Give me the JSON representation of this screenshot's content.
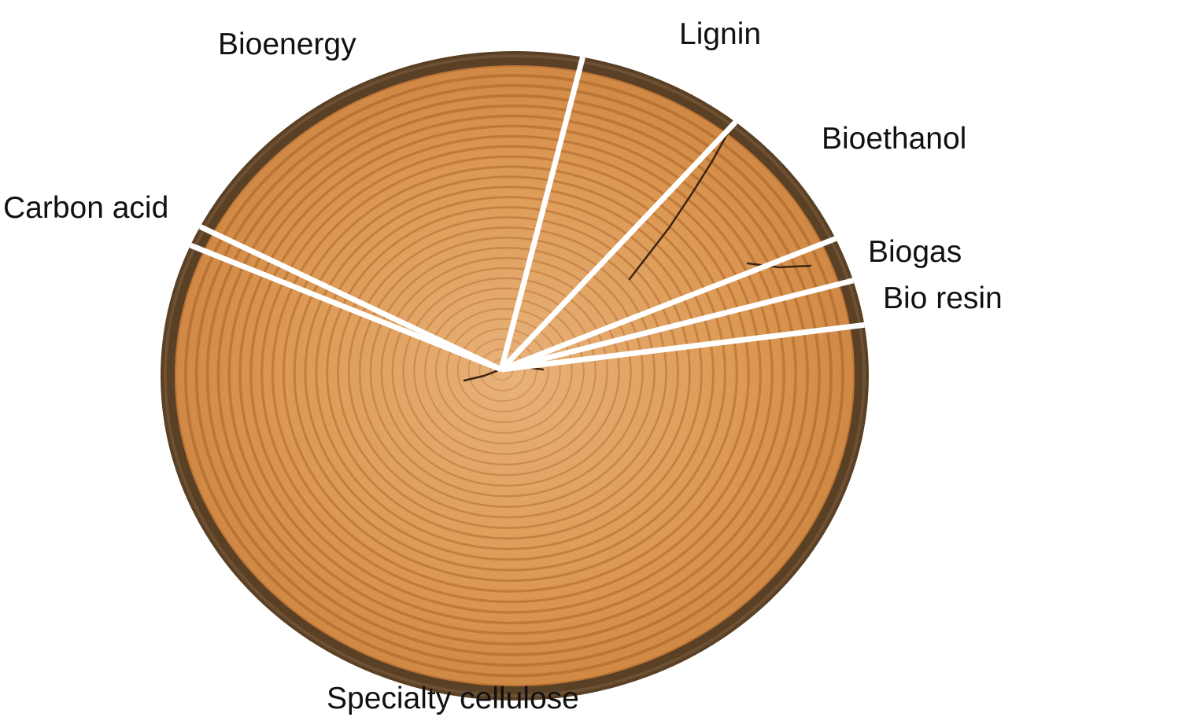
{
  "chart_data": {
    "type": "pie",
    "title": "",
    "categories": [
      "Specialty cellulose",
      "Carbon acid",
      "Bioenergy",
      "Lignin",
      "Bioethanol",
      "Biogas",
      "Bio resin"
    ],
    "values": [
      58,
      1,
      22,
      8,
      7,
      2,
      2
    ],
    "unit": "percent (estimated from slice angles)",
    "colors": {
      "bark": "#5a4025",
      "bark_light": "#6e5033",
      "wood": "#d9914a",
      "wood_light": "#e8b27a",
      "ring": "#b06a2e",
      "divider": "#ffffff",
      "label": "#111111"
    },
    "legend": "none",
    "grid": false
  }
}
